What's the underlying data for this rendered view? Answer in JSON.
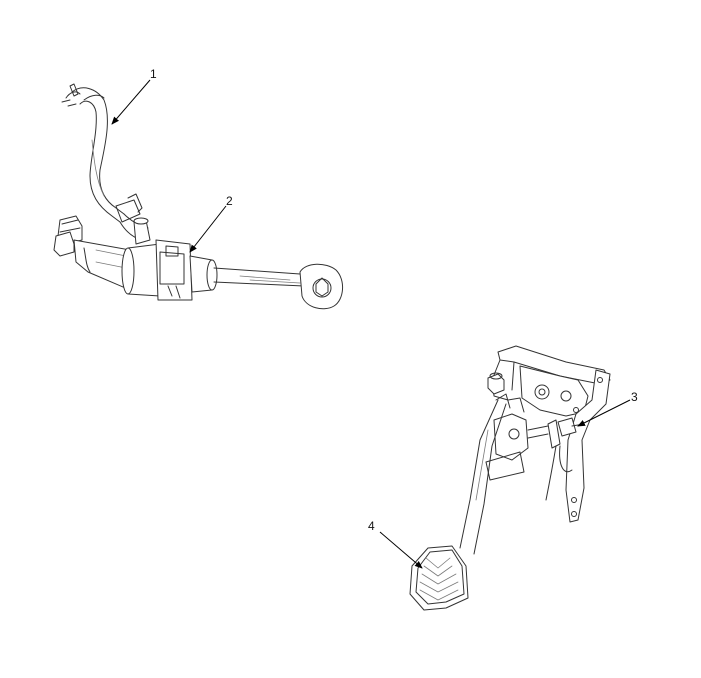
{
  "callouts": [
    {
      "id": "1",
      "label": "1"
    },
    {
      "id": "2",
      "label": "2"
    },
    {
      "id": "3",
      "label": "3"
    },
    {
      "id": "4",
      "label": "4"
    }
  ],
  "colors": {
    "line": "#333333",
    "leader": "#000000",
    "background": "#ffffff"
  }
}
